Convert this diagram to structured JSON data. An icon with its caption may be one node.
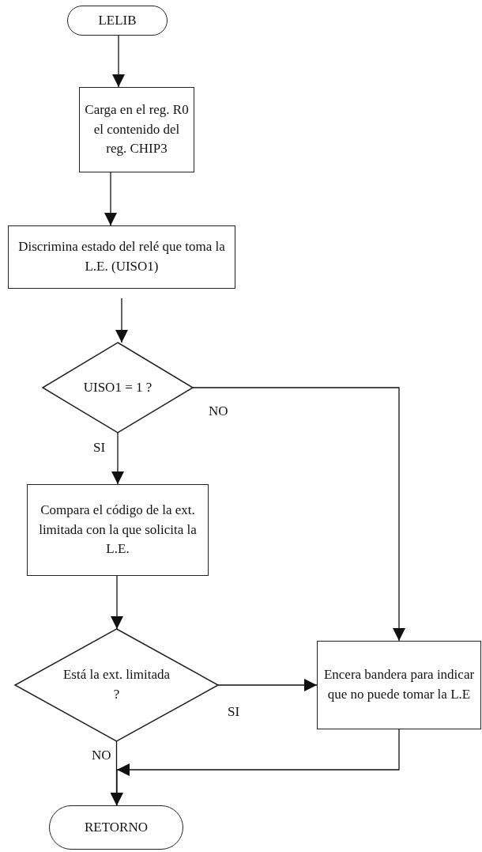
{
  "diagram": {
    "nodes": [
      {
        "text": [
          "LELIB"
        ]
      },
      {
        "text": [
          "Carga en el reg. R0 el contenido del reg. CHIP3"
        ]
      },
      {
        "text": [
          "Discrimina estado del relé que toma la L.E. (UISO1)"
        ]
      },
      {
        "text": [
          "UISO1 = 1 ?"
        ]
      },
      {
        "text": [
          "Compara el código de la ext. limitada con la que solicita la L.E."
        ]
      },
      {
        "text": [
          "Está la ext. limitada ?"
        ]
      },
      {
        "text": [
          "Encera bandera para indicar que no puede tomar la L.E"
        ]
      },
      {
        "text": [
          "RETORNO"
        ]
      }
    ],
    "edges": [
      {
        "from": 0,
        "to": 1,
        "arrow": "to"
      },
      {
        "from": 1,
        "to": 2,
        "arrow": "to"
      },
      {
        "from": 2,
        "to": 3,
        "arrow": "to"
      },
      {
        "from": 3,
        "to": 4,
        "arrow": "to",
        "label": "SI"
      },
      {
        "from": 3,
        "to": 6,
        "arrow": "to",
        "label": "NO"
      },
      {
        "from": 4,
        "to": 5,
        "arrow": "to"
      },
      {
        "from": 5,
        "to": 6,
        "arrow": "to",
        "label": "SI"
      },
      {
        "from": 5,
        "to": 7,
        "arrow": "to",
        "label": "NO"
      },
      {
        "from": 6,
        "to": 7,
        "arrow": "to"
      }
    ]
  }
}
